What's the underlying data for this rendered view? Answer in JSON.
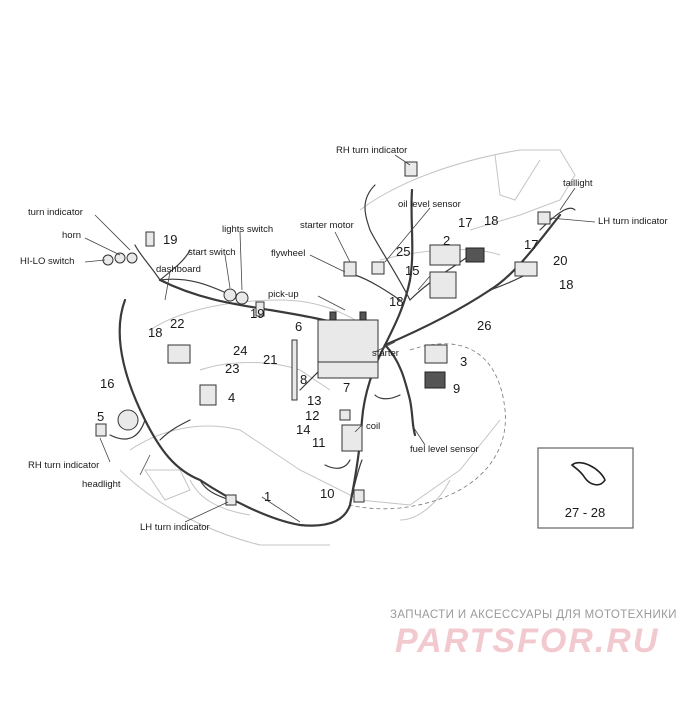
{
  "callouts": {
    "rh_turn_indicator_top": "RH turn indicator",
    "taillight": "taillight",
    "lh_turn_indicator_right": "LH turn indicator",
    "oil_level_sensor": "oil level sensor",
    "starter_motor": "starter motor",
    "turn_indicator": "turn indicator",
    "horn": "horn",
    "hi_lo_switch": "HI-LO switch",
    "lights_switch": "lights switch",
    "start_switch": "start switch",
    "dashboard": "dashboard",
    "flywheel": "flywheel",
    "pick_up": "pick-up",
    "starter": "starter",
    "coil": "coil",
    "fuel_level_sensor": "fuel level sensor",
    "rh_turn_indicator_left": "RH turn indicator",
    "headlight": "headlight",
    "lh_turn_indicator_bottom": "LH turn indicator"
  },
  "part_numbers": {
    "n1": "1",
    "n2": "2",
    "n3": "3",
    "n4": "4",
    "n5": "5",
    "n6": "6",
    "n7": "7",
    "n8": "8",
    "n9": "9",
    "n10": "10",
    "n11": "11",
    "n12": "12",
    "n13": "13",
    "n14": "14",
    "n15": "15",
    "n16": "16",
    "n17a": "17",
    "n17b": "17",
    "n18a": "18",
    "n18b": "18",
    "n18c": "18",
    "n18d": "18",
    "n19a": "19",
    "n19b": "19",
    "n20": "20",
    "n21": "21",
    "n22": "22",
    "n23": "23",
    "n24": "24",
    "n25": "25",
    "n26": "26",
    "n27_28": "27 - 28"
  },
  "watermark": {
    "tagline": "ЗАПЧАСТИ И АКСЕССУАРЫ ДЛЯ МОТОТЕХНИКИ",
    "brand": "PARTSFOR.RU"
  }
}
